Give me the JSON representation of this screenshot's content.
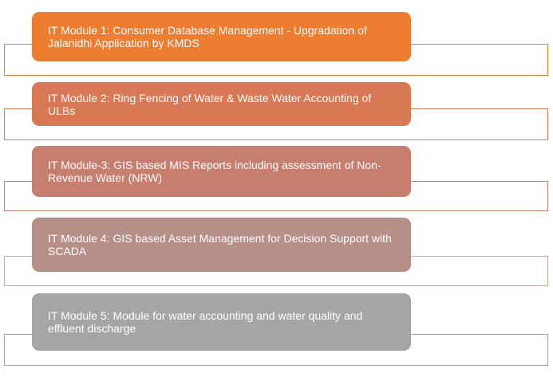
{
  "modules": [
    {
      "label": "IT Module 1: Consumer Database Management - Upgradation of Jalanidhi Application by KMDS",
      "fill": "#ed7d31",
      "border": "#ed7d31"
    },
    {
      "label": "IT Module 2: Ring Fencing of Water & Waste Water Accounting of ULBs",
      "fill": "#d87854",
      "border": "#d87854"
    },
    {
      "label": "IT Module-3: GIS based MIS Reports including assessment of Non-Revenue Water (NRW)",
      "fill": "#c67e6e",
      "border": "#c67e6e"
    },
    {
      "label": "IT Module 4: GIS based Asset Management for Decision Support with SCADA",
      "fill": "#b68f88",
      "border": "#c9a8a2"
    },
    {
      "label": "IT Module 5: Module for water accounting and water quality and effluent discharge",
      "fill": "#a5a5a5",
      "border": "#a5a5a5"
    }
  ]
}
